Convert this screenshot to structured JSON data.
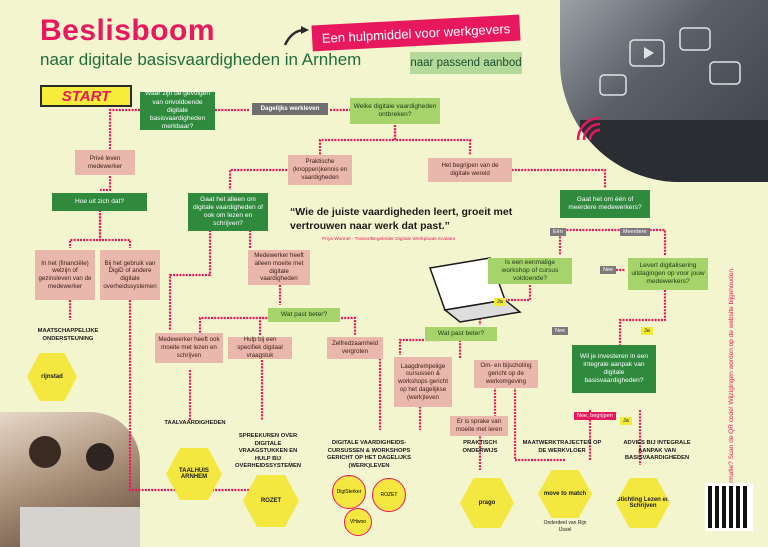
{
  "header": {
    "title": "Beslisboom",
    "subtitle": "naar digitale basisvaardigheden in Arnhem",
    "tag_pink": "Een hulpmiddel voor werkgevers",
    "tag_green": "naar passend aanbod"
  },
  "start_label": "START",
  "nodes": {
    "q_gevolgen": "Waar zijn de gevolgen van onvoldoende digitale basisvaardigheden merkbaar?",
    "dagelijks": "Dagelijks werkleven",
    "q_ontbreken": "Welke digitale vaardigheden ontbreken?",
    "prive": "Privé leven medewerker",
    "praktische": "Praktische (knoppen)kennis en vaardigheden",
    "begrijpen": "Het begrijpen van de digitale wereld",
    "q_uit": "Hoe uit zich dat?",
    "q_alleen": "Gaat het alleen om digitale vaardigheden of ook om lezen en schrijven?",
    "q_een_meer": "Gaat het om één of meerdere medewerkers?",
    "financieel": "In het (financiële) welzijn of gezinsleven van de medewerker",
    "digid": "Bij het gebruik van DigiD of andere digitale overheidssystemen",
    "alleen_moeite": "Medewerker heeft alleen moeite met digitale vaardigheden",
    "een": "Eén",
    "meerdere": "Meerdere",
    "q_eenmalig": "Is een eenmalige workshop of cursus voldoende?",
    "nee1": "Nee",
    "levert": "Levert digitalisering uitdagingen op voor jouw medewerkers?",
    "ja1": "Ja",
    "q_past1": "Wat past beter?",
    "nee2": "Nee",
    "ja2": "Ja",
    "q_past2": "Wat past beter?",
    "ook_moeite": "Medewerker heeft ook moeite met lezen en schrijven",
    "hulp": "Hulp bij een specifiek digitaal vraagstuk",
    "zelfred": "Zelfredzaamheid vergroten",
    "laagdrempelig": "Laagdrempelige cursussen & workshops gericht op het dagelijkse (werk)leven",
    "omscholing": "Om- en bijscholing gericht op de werkomgeving",
    "q_investeren": "Wil je investeren in een integrale aanpak van digitale basisvaardigheden?",
    "sprake": "Er is sprake van moeite met leren",
    "nee3": "Nee, begrijpen",
    "ja3": "Ja"
  },
  "outcomes": {
    "maatschappelijk": "MAATSCHAPPELIJKE ONDERSTEUNING",
    "taalvaardigheden": "TAALVAARDIGHEDEN",
    "spreekuren": "SPREEKUREN OVER DIGITALE VRAAGSTUKKEN EN HULP BIJ OVERHEIDSSYSTEMEN",
    "cursussen": "DIGITALE VAARDIGHEIDS-CURSUSSEN & WORKSHOPS GERICHT OP HET DAGELIJKS (WERK)LEVEN",
    "praktisch": "PRAKTISCH ONDERWIJS",
    "maatwerk": "MAATWERKTRAJECTEN OP DE WERKVLOER",
    "advies": "ADVIES BIJ INTEGRALE AANPAK VAN BASISVAARDIGHEDEN"
  },
  "logos": {
    "rijnstad": "rijnstad",
    "taalhuis": "TAALHUIS ARNHEM",
    "rozet1": "ROZET",
    "rozet2": "ROZET",
    "digisterker": "DigiSterker",
    "vhwoo": "VHwoo",
    "prago": "prago",
    "move": "move to match",
    "move_sub": "Onderdeel van Rijn IJssel",
    "stichting": "Stichting Lezen en Schrijven"
  },
  "quote": {
    "text": "“Wie de juiste vaardigheden leert, groeit met vertrouwen naar werk dat past.”",
    "source": "Priya Wonnel - Trainer/Begeleider Digitale Werkplaats Scalator"
  },
  "side_text": "Meer informatie? Scan de QR code! Wijzigingen worden op de website bijgehouden.",
  "colors": {
    "pink": "#e8185e",
    "green": "#2f8a3e",
    "light_green": "#a6d36a",
    "salmon": "#eab7ac",
    "yellow": "#f4e73f",
    "background": "#f3f5cf"
  }
}
